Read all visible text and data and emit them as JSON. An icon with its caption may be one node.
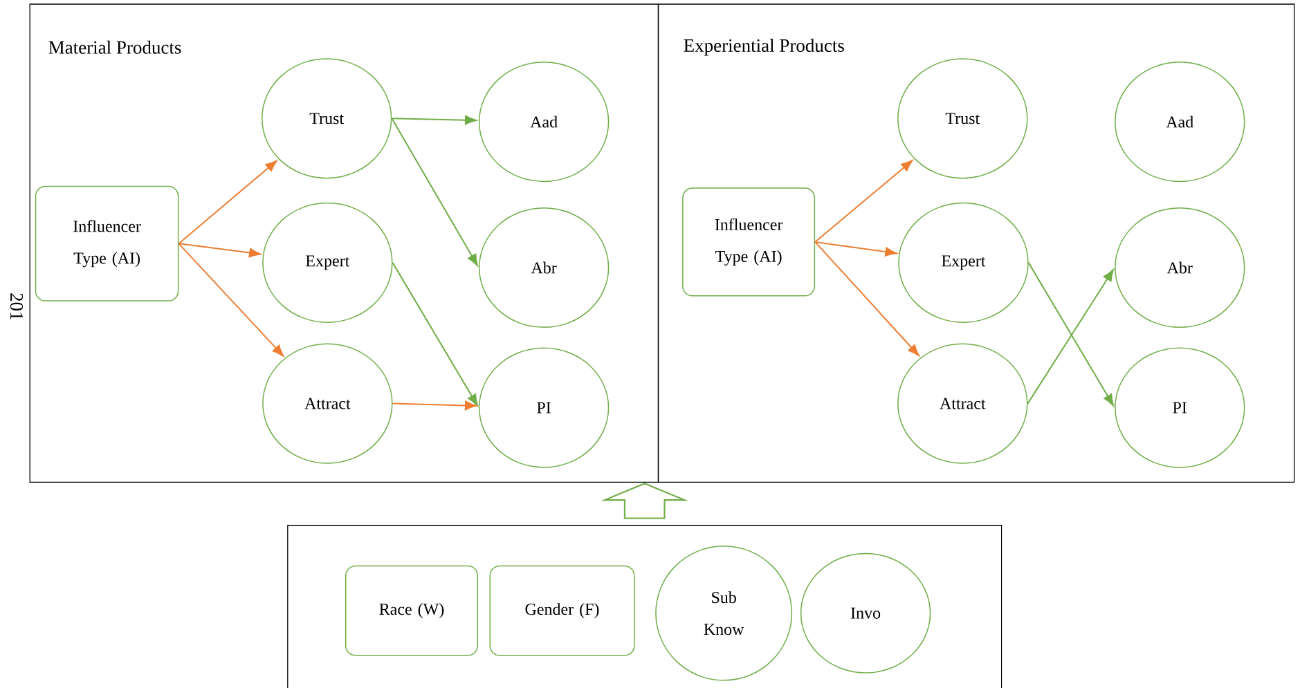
{
  "diagram": {
    "nodes": [
      {
        "text": [
          "Material Products"
        ]
      },
      {
        "text": [
          "Influencer Type (AI)"
        ],
        "in": 0
      },
      {
        "text": [
          "Trust"
        ],
        "in": 0
      },
      {
        "text": [
          "Expert"
        ],
        "in": 0
      },
      {
        "text": [
          "Attract"
        ],
        "in": 0
      },
      {
        "text": [
          "Aad"
        ],
        "in": 0
      },
      {
        "text": [
          "Abr"
        ],
        "in": 0
      },
      {
        "text": [
          "PI"
        ],
        "in": 0
      },
      {
        "text": [
          "Experiential Products"
        ]
      },
      {
        "text": [
          "Influencer Type (AI)"
        ],
        "in": 8
      },
      {
        "text": [
          "Trust"
        ],
        "in": 8
      },
      {
        "text": [
          "Expert"
        ],
        "in": 8
      },
      {
        "text": [
          "Attract"
        ],
        "in": 8
      },
      {
        "text": [
          "Aad"
        ],
        "in": 8
      },
      {
        "text": [
          "Abr"
        ],
        "in": 8
      },
      {
        "text": [
          "PI"
        ],
        "in": 8
      },
      {
        "text": [],
        "shape": "box"
      },
      {
        "text": [
          "Race (W)"
        ],
        "in": 16
      },
      {
        "text": [
          "Gender (F)"
        ],
        "in": 16
      },
      {
        "text": [
          "Sub Know"
        ],
        "in": 16
      },
      {
        "text": [
          "Invo"
        ],
        "in": 16
      }
    ],
    "edges": [
      {
        "from": 1,
        "to": 2,
        "arrow": "to"
      },
      {
        "from": 1,
        "to": 3,
        "arrow": "to"
      },
      {
        "from": 1,
        "to": 4,
        "arrow": "to"
      },
      {
        "from": 2,
        "to": 5,
        "arrow": "to",
        "color": "#70ad47"
      },
      {
        "from": 2,
        "to": 6,
        "arrow": "to",
        "color": "#70ad47"
      },
      {
        "from": 3,
        "to": 7,
        "arrow": "to",
        "color": "#70ad47"
      },
      {
        "from": 4,
        "to": 7,
        "arrow": "to"
      },
      {
        "from": 9,
        "to": 10,
        "arrow": "to"
      },
      {
        "from": 9,
        "to": 11,
        "arrow": "to"
      },
      {
        "from": 9,
        "to": 12,
        "arrow": "to"
      },
      {
        "from": 11,
        "to": 15,
        "arrow": "to",
        "color": "#70ad47"
      },
      {
        "from": 12,
        "to": 14,
        "arrow": "to",
        "color": "#70ad47"
      },
      {
        "from": 16,
        "to": null,
        "arrow": "to",
        "style": "thick",
        "color": "#70ad47"
      }
    ],
    "labels": [
      "201"
    ]
  }
}
